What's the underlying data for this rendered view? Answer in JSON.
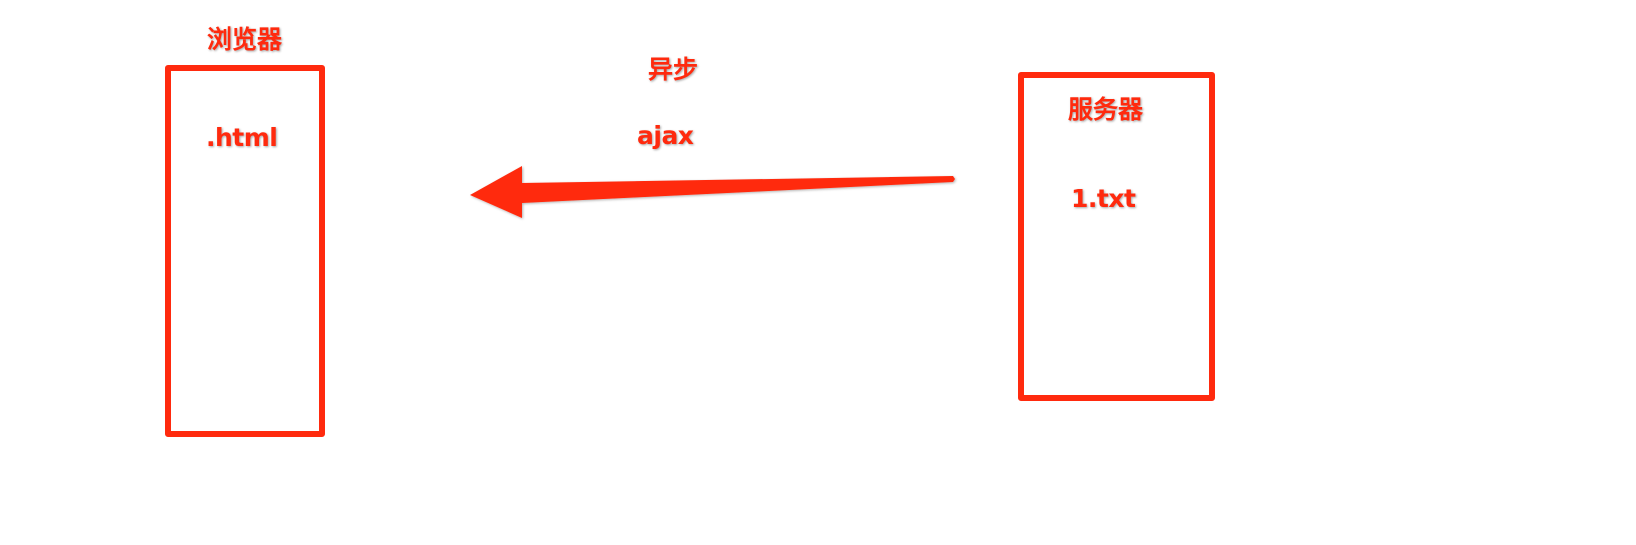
{
  "diagram": {
    "browser": {
      "title": "浏览器",
      "content": ".html"
    },
    "server": {
      "title": "服务器",
      "content": "1.txt"
    },
    "connection": {
      "mode_label": "异步",
      "tech_label": "ajax",
      "direction": "server-to-browser"
    },
    "colors": {
      "accent": "#ff2a0e",
      "background": "#ffffff"
    }
  }
}
